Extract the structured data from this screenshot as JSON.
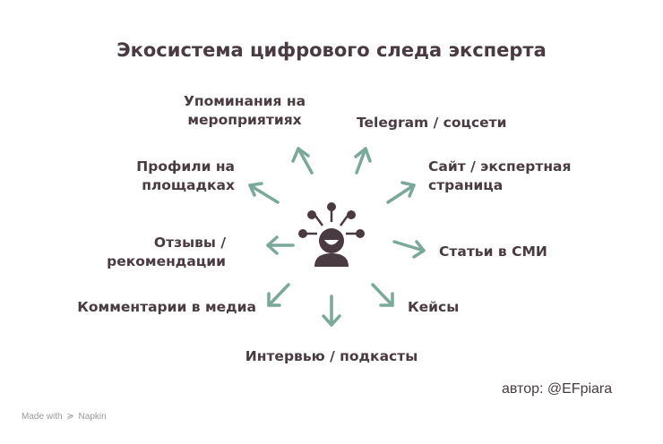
{
  "title": "Экосистема цифрового следа эксперта",
  "colors": {
    "arrow": "#7aa89b",
    "icon": "#4a3a42",
    "text": "#4a3a42"
  },
  "center_icon": "expert-network-person-icon",
  "labels": {
    "mentions": [
      "Упоминания на",
      "мероприятиях"
    ],
    "telegram": [
      "Telegram / соцсети"
    ],
    "profiles": [
      "Профили на",
      "площадках"
    ],
    "website": [
      "Сайт / экспертная",
      "страница"
    ],
    "reviews": [
      "Отзывы /",
      "рекомендации"
    ],
    "articles": [
      "Статьи в СМИ"
    ],
    "comments": [
      "Комментарии в медиа"
    ],
    "cases": [
      "Кейсы"
    ],
    "interviews": [
      "Интервью / подкасты"
    ]
  },
  "author": "автор: @EFpiara",
  "footer": {
    "made_with": "Made with",
    "brand": "Napkin",
    "brand_icon": "bolt-icon"
  }
}
